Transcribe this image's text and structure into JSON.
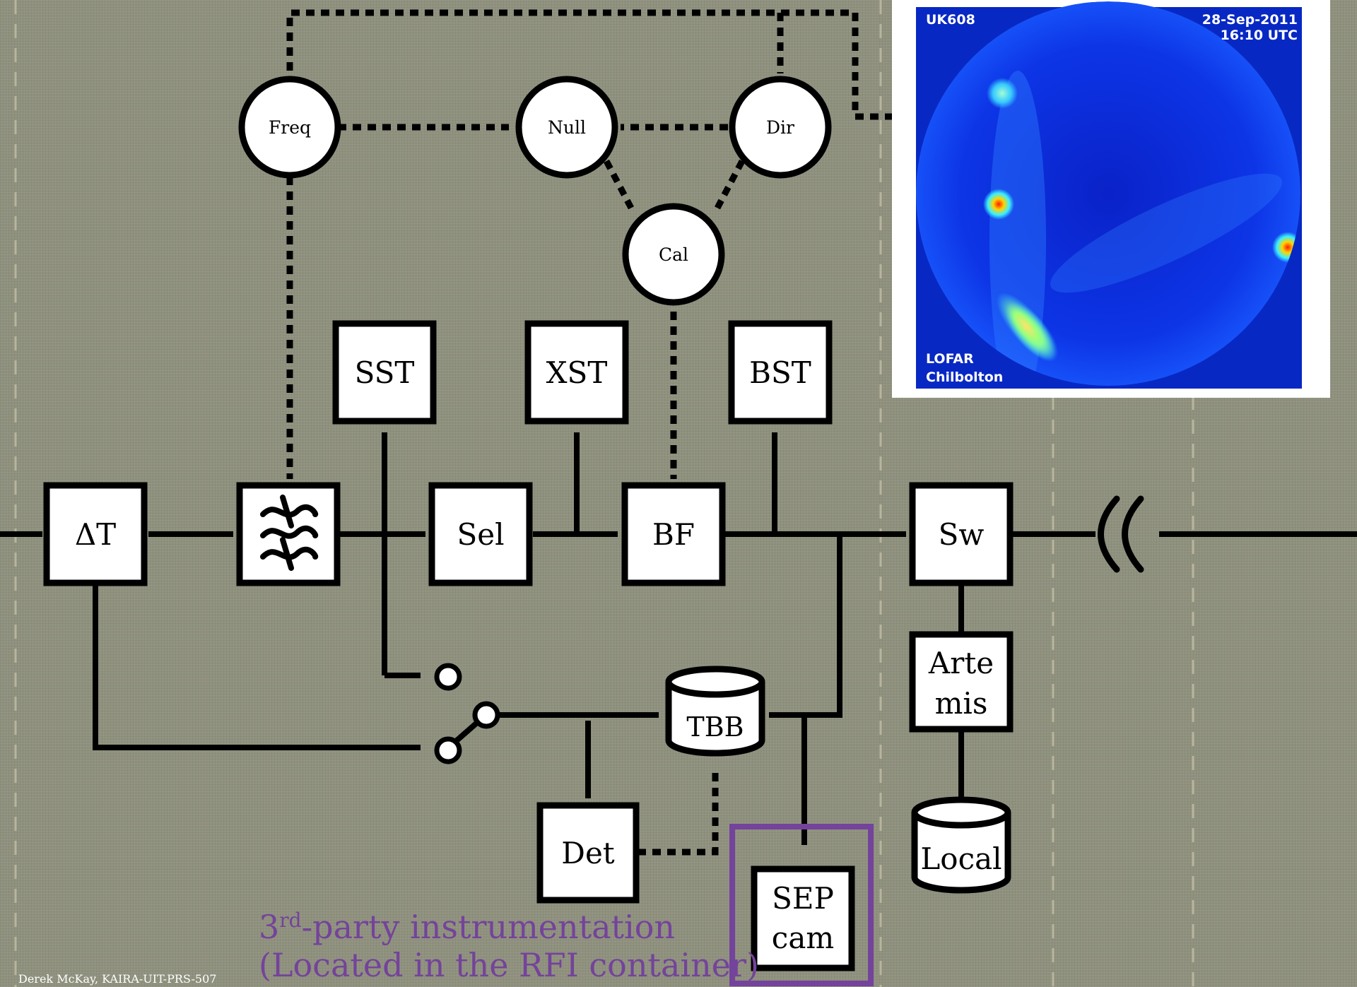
{
  "nodes": {
    "freq": "Freq",
    "null": "Null",
    "dir": "Dir",
    "cal": "Cal",
    "sst": "SST",
    "xst": "XST",
    "bst": "BST",
    "delta_t": "ΔT",
    "sel": "Sel",
    "bf": "BF",
    "sw": "Sw",
    "artemis_line1": "Arte",
    "artemis_line2": "mis",
    "tbb": "TBB",
    "det": "Det",
    "local": "Local",
    "sep_line1": "SEP",
    "sep_line2": "cam"
  },
  "caption": {
    "line1_num": "3",
    "line1_sup": "rd",
    "line1_rest": "-party instrumentation",
    "line2": "(Located in the RFI container)"
  },
  "credit": "Derek McKay, KAIRA-UIT-PRS-507",
  "inset_map": {
    "station": "UK608",
    "date": "28-Sep-2011",
    "time": "16:10 UTC",
    "label1": "LOFAR",
    "label2": "Chilbolton"
  },
  "colors": {
    "background": "#8f917e",
    "accent_purple": "#74439b",
    "map_blue": "#0b2bd6"
  }
}
